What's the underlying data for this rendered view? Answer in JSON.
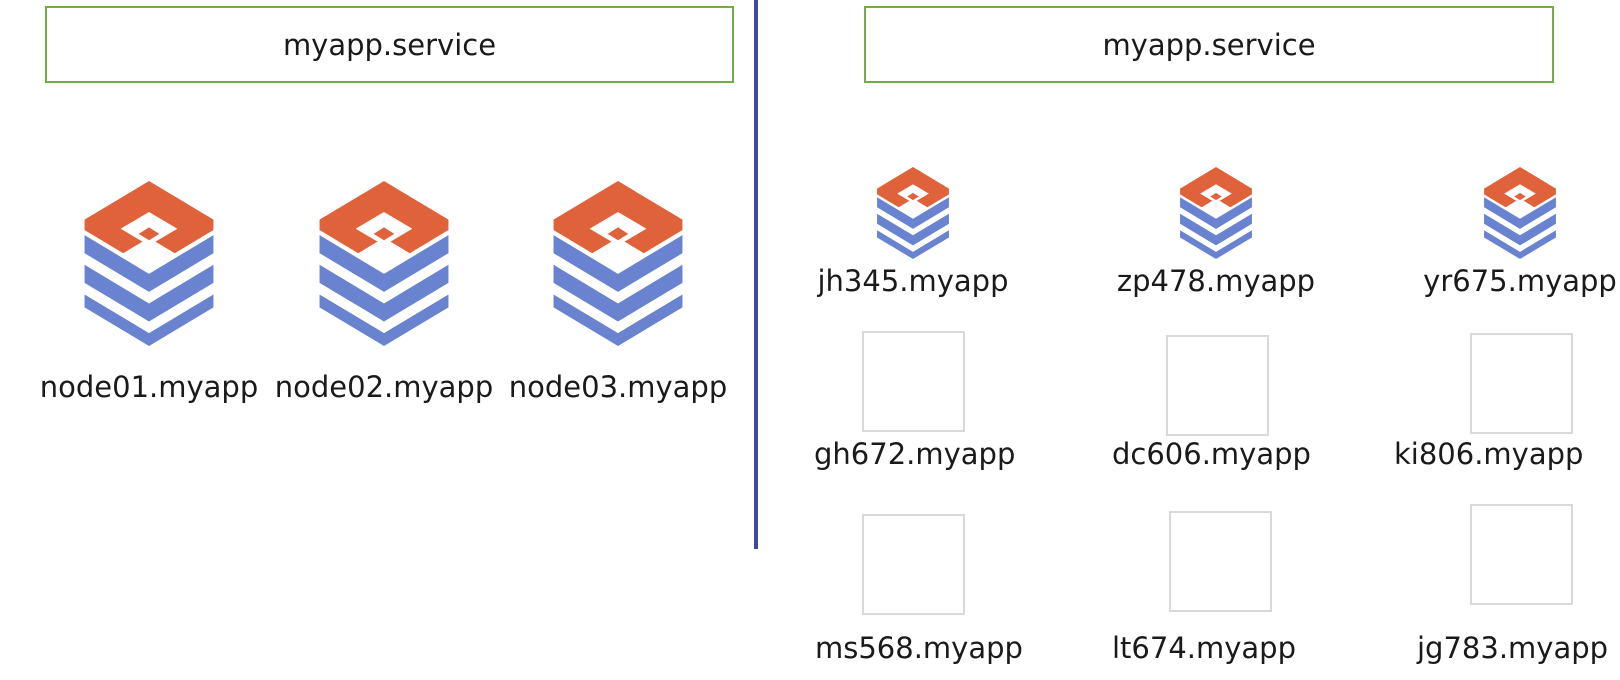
{
  "left_panel": {
    "service_label": "myapp.service",
    "nodes": [
      {
        "label": "node01.myapp"
      },
      {
        "label": "node02.myapp"
      },
      {
        "label": "node03.myapp"
      }
    ]
  },
  "right_panel": {
    "service_label": "myapp.service",
    "rows": [
      {
        "state": "active",
        "nodes": [
          {
            "label": "jh345.myapp"
          },
          {
            "label": "zp478.myapp"
          },
          {
            "label": "yr675.myapp"
          }
        ]
      },
      {
        "state": "empty",
        "nodes": [
          {
            "label": "gh672.myapp"
          },
          {
            "label": "dc606.myapp"
          },
          {
            "label": "ki806.myapp"
          }
        ]
      },
      {
        "state": "empty",
        "nodes": [
          {
            "label": "ms568.myapp"
          },
          {
            "label": "lt674.myapp"
          },
          {
            "label": "jg783.myapp"
          }
        ]
      }
    ]
  },
  "colors": {
    "service_border": "#70ad47",
    "divider": "#3d4a9e",
    "icon_top": "#e0623a",
    "icon_layers": "#6a83d0",
    "empty_box_border": "#d9d9d9"
  },
  "icons": {
    "node": "stacked-layers-icon"
  }
}
